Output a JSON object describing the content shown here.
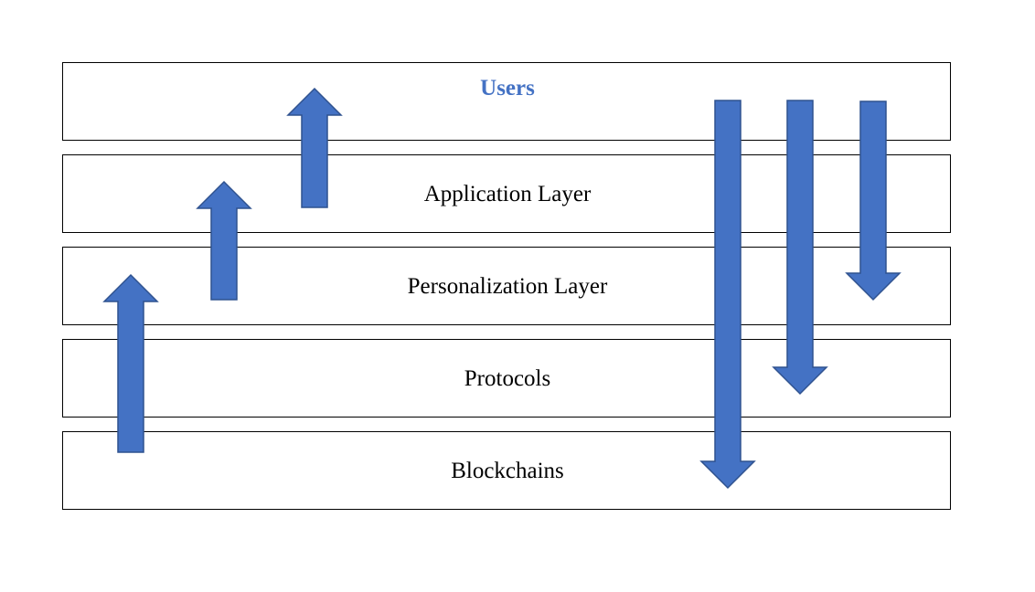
{
  "layers": [
    {
      "id": "users",
      "label": "Users",
      "color": "#4472C4",
      "bold": true
    },
    {
      "id": "application",
      "label": "Application Layer",
      "color": "#000000",
      "bold": false
    },
    {
      "id": "personalization",
      "label": "Personalization Layer",
      "color": "#000000",
      "bold": false
    },
    {
      "id": "protocols",
      "label": "Protocols",
      "color": "#000000",
      "bold": false
    },
    {
      "id": "blockchains",
      "label": "Blockchains",
      "color": "#000000",
      "bold": false
    }
  ],
  "arrows": {
    "fill": "#4472C4",
    "stroke": "#2F528F",
    "items": [
      {
        "name": "arrow-up-blockchains-to-personalization",
        "direction": "up",
        "from": "blockchains",
        "to": "personalization"
      },
      {
        "name": "arrow-up-personalization-to-application",
        "direction": "up",
        "from": "personalization",
        "to": "application"
      },
      {
        "name": "arrow-up-application-to-users",
        "direction": "up",
        "from": "application",
        "to": "users"
      },
      {
        "name": "arrow-down-users-to-blockchains",
        "direction": "down",
        "from": "users",
        "to": "blockchains"
      },
      {
        "name": "arrow-down-users-to-protocols",
        "direction": "down",
        "from": "users",
        "to": "protocols"
      },
      {
        "name": "arrow-down-users-to-personalization",
        "direction": "down",
        "from": "users",
        "to": "personalization"
      }
    ]
  }
}
